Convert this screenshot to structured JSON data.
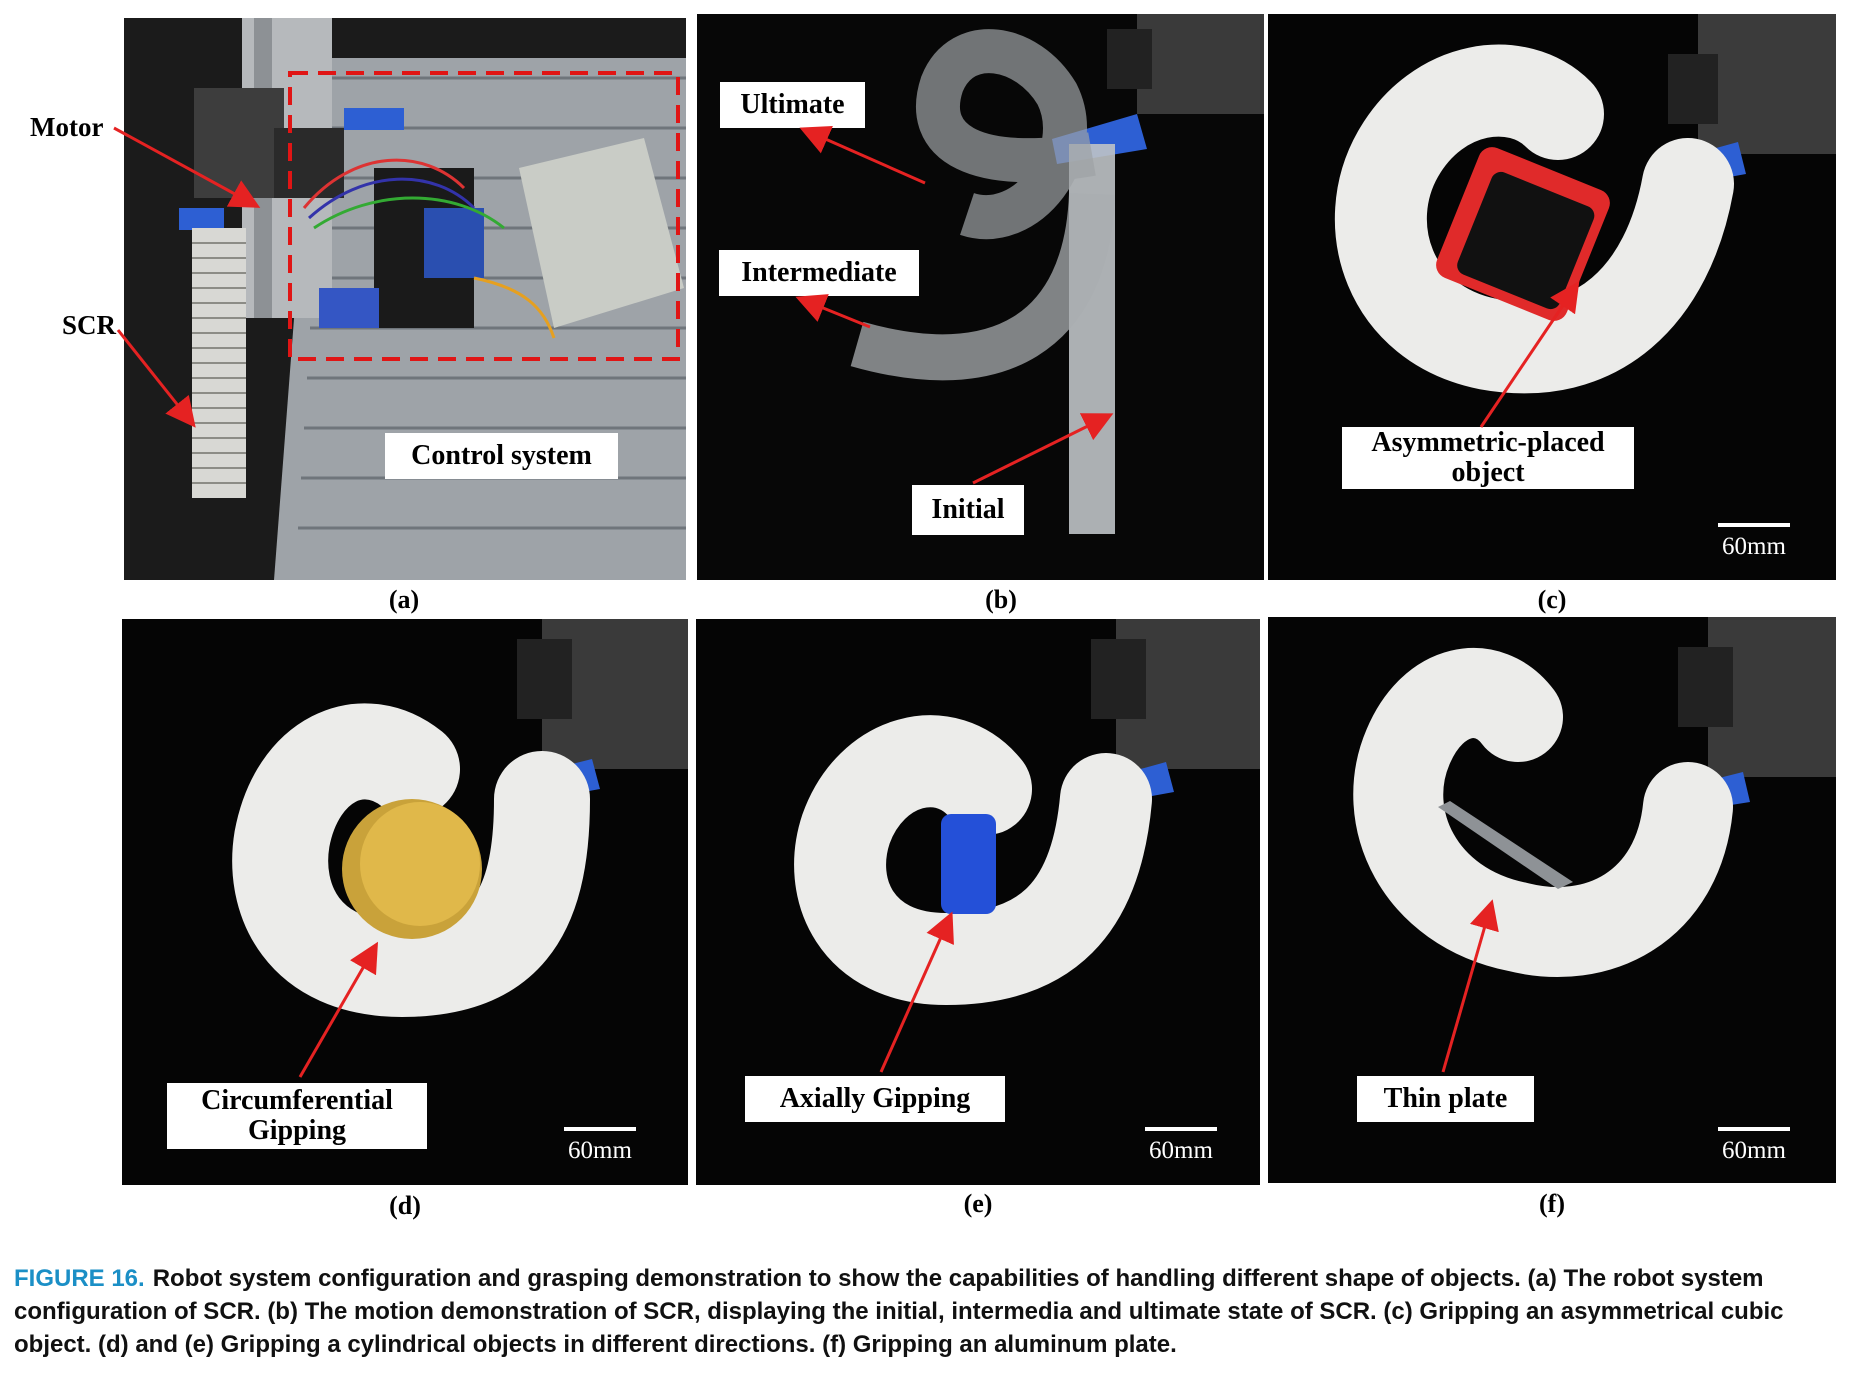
{
  "panels": {
    "a": {
      "letter": "(a)",
      "labels": {
        "motor": "Motor",
        "scr": "SCR",
        "control": "Control system"
      }
    },
    "b": {
      "letter": "(b)",
      "labels": {
        "ultimate": "Ultimate",
        "intermediate": "Intermediate",
        "initial": "Initial"
      }
    },
    "c": {
      "letter": "(c)",
      "labels": {
        "object": "Asymmetric-placed object"
      },
      "scale": "60mm"
    },
    "d": {
      "letter": "(d)",
      "labels": {
        "object": "Circumferential Gipping"
      },
      "scale": "60mm"
    },
    "e": {
      "letter": "(e)",
      "labels": {
        "object": "Axially Gipping"
      },
      "scale": "60mm"
    },
    "f": {
      "letter": "(f)",
      "labels": {
        "object": "Thin plate"
      },
      "scale": "60mm"
    }
  },
  "caption": {
    "figure_label": "FIGURE 16.",
    "text": "Robot system configuration and grasping demonstration to show the capabilities of handling different shape of objects. (a) The robot system configuration of SCR. (b) The motion demonstration of SCR, displaying the initial, intermedia and ultimate state of SCR. (c) Gripping an asymmetrical cubic object. (d) and (e) Gripping a cylindrical objects in different directions. (f) Gripping an aluminum plate."
  },
  "colors": {
    "caption_label": "#1b8fc6",
    "arrow": "#e52222",
    "gripper_blue": "#2d5fd3",
    "dashed_box": "#e01515"
  }
}
